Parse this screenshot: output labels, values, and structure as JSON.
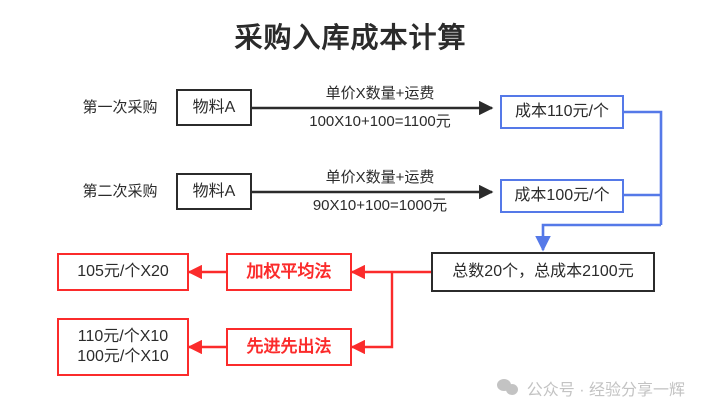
{
  "title": "采购入库成本计算",
  "colors": {
    "ink": "#2b2b2b",
    "blue": "#5579e8",
    "red": "#fb2b2b",
    "watermark": "#c3c3c3",
    "background": "#ffffff"
  },
  "rows": [
    {
      "purchase_label": "第一次采购",
      "material": "物料A",
      "formula_top": "单价X数量+运费",
      "formula_bottom": "100X10+100=1100元",
      "cost": "成本110元/个"
    },
    {
      "purchase_label": "第二次采购",
      "material": "物料A",
      "formula_top": "单价X数量+运费",
      "formula_bottom": "90X10+100=1000元",
      "cost": "成本100元/个"
    }
  ],
  "total": "总数20个，总成本2100元",
  "methods": [
    {
      "name": "加权平均法",
      "result": "105元/个X20"
    },
    {
      "name": "先进先出法",
      "result": "110元/个X10\n100元/个X10"
    }
  ],
  "watermark": {
    "icon": "wechat-icon",
    "text": "公众号 · 经验分享一辉"
  }
}
